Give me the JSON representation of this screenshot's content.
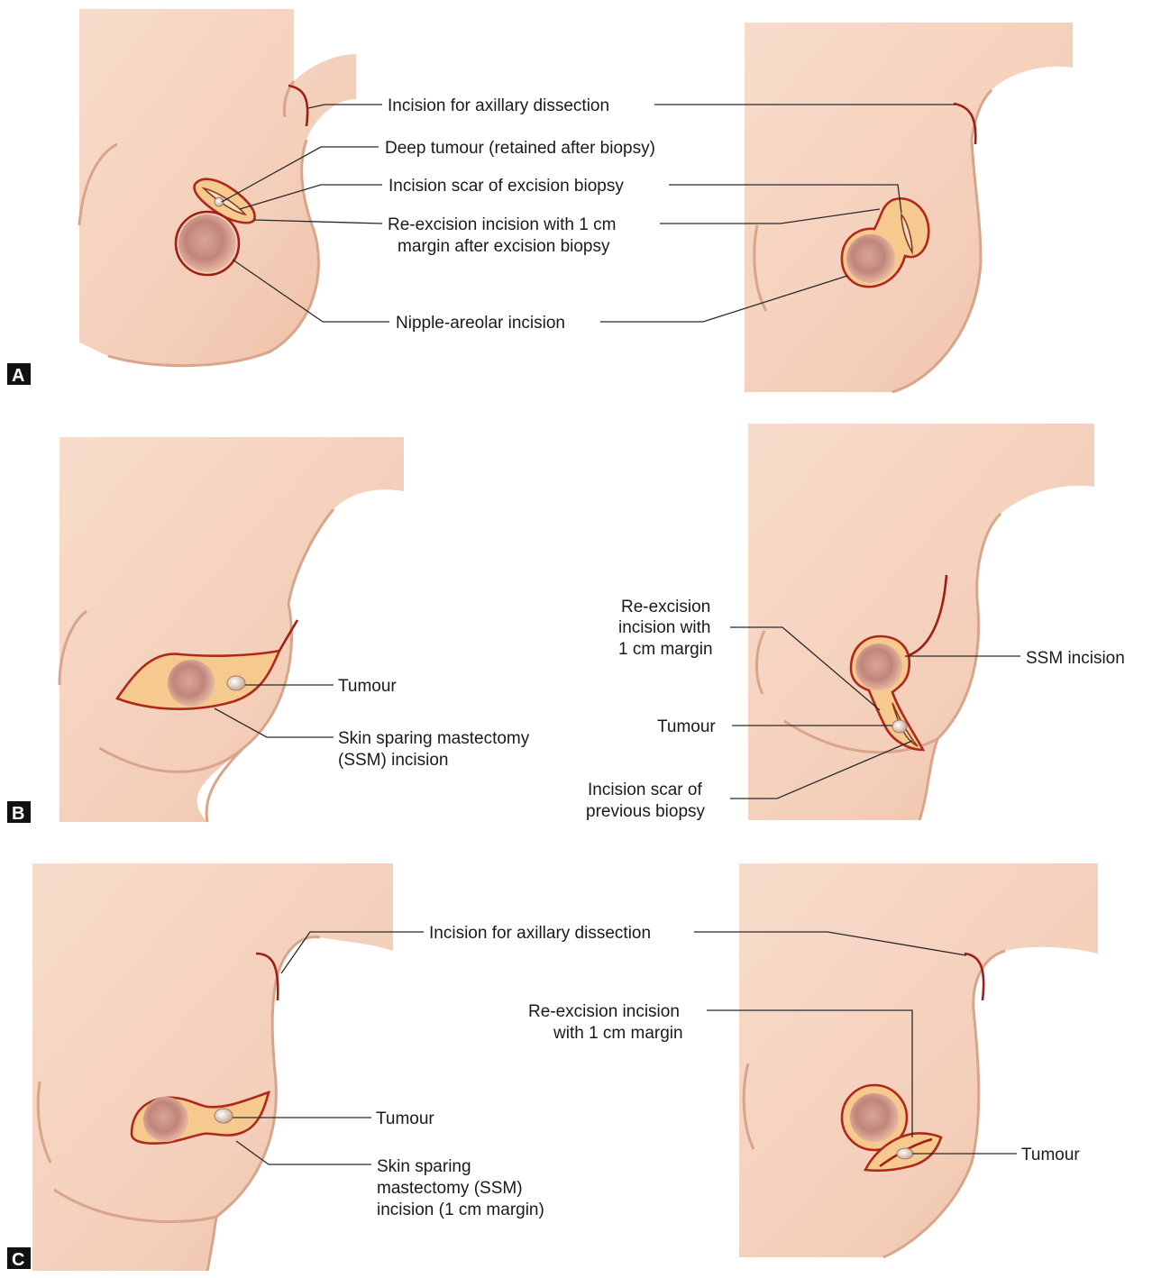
{
  "panels": [
    {
      "letter": "A",
      "labels": {
        "axillary": "Incision for axillary dissection",
        "deep_tumour": "Deep tumour (retained after biopsy)",
        "scar": "Incision scar of excision biopsy",
        "reexcision_1": "Re-excision incision with 1 cm",
        "reexcision_2": "margin after excision biopsy",
        "nipple": "Nipple-areolar incision"
      }
    },
    {
      "letter": "B",
      "labels": {
        "tumour_left": "Tumour",
        "ssm_1": "Skin sparing mastectomy",
        "ssm_2": "(SSM) incision",
        "reexcision_1": "Re-excision",
        "reexcision_2": "incision with",
        "reexcision_3": "1 cm margin",
        "ssm_incision": "SSM incision",
        "tumour_right": "Tumour",
        "scar_1": "Incision scar of",
        "scar_2": "previous biopsy"
      }
    },
    {
      "letter": "C",
      "labels": {
        "axillary": "Incision for axillary dissection",
        "reexcision_1": "Re-excision incision",
        "reexcision_2": "with 1 cm margin",
        "tumour_left": "Tumour",
        "ssm_1": "Skin sparing",
        "ssm_2": "mastectomy (SSM)",
        "ssm_3": "incision (1 cm margin)",
        "tumour_right": "Tumour"
      }
    }
  ],
  "colors": {
    "skin": "#f6d3c0",
    "incision_fill": "#f6c98e",
    "incision_line": "#b0281c",
    "areola": "#b8746a"
  }
}
